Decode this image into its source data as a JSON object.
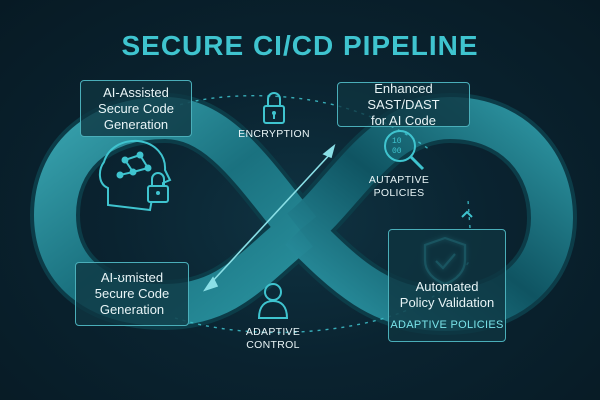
{
  "title": "SECURE CI/CD PIPELINE",
  "cards": {
    "top_left": [
      "AI-Assisted",
      "Secure Code",
      "Generation"
    ],
    "top_right": [
      "Enhanced SAST/DAST",
      "for AI Code"
    ],
    "bottom_left": [
      "AI-ʊmisted",
      "5ecure Code",
      "Generation"
    ],
    "bottom_right": [
      "Automated",
      "Policy Validation"
    ],
    "bottom_right_sub": "ADAPTIVE POLICIES"
  },
  "labels": {
    "encryption": "ENCRYPTION",
    "autaptive": [
      "AUTAPTIVE",
      "POLICIES"
    ],
    "adaptive_control": [
      "ADAPTIVE",
      "CONTROL"
    ]
  },
  "colors": {
    "accent": "#3fc4cf",
    "loop_light": "#3aa7b3",
    "loop_dark": "#0f5563",
    "card_border": "#4aaeb9",
    "background": "#071a24"
  },
  "icons": [
    "lock-icon",
    "brain-head-icon",
    "magnifier-binary-icon",
    "shield-check-icon",
    "user-icon"
  ]
}
